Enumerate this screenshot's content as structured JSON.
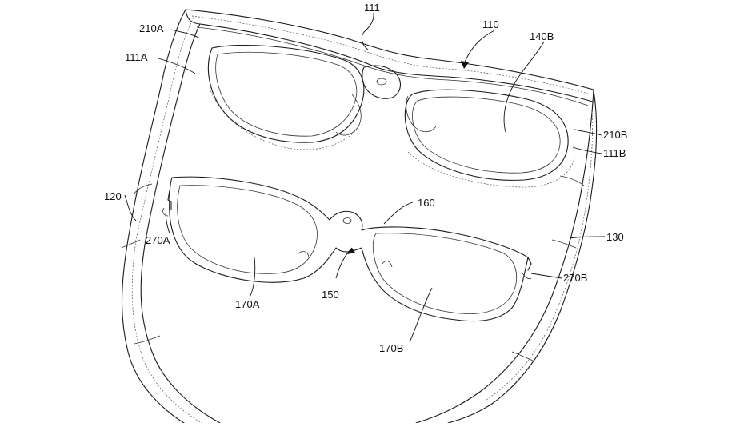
{
  "labels": {
    "l110": "110",
    "l111": "111",
    "l111A": "111A",
    "l111B": "111B",
    "l120": "120",
    "l130": "130",
    "l140B": "140B",
    "l150": "150",
    "l160": "160",
    "l170A": "170A",
    "l170B": "170B",
    "l210A": "210A",
    "l210B": "210B",
    "l270A": "270A",
    "l270B": "270B"
  }
}
